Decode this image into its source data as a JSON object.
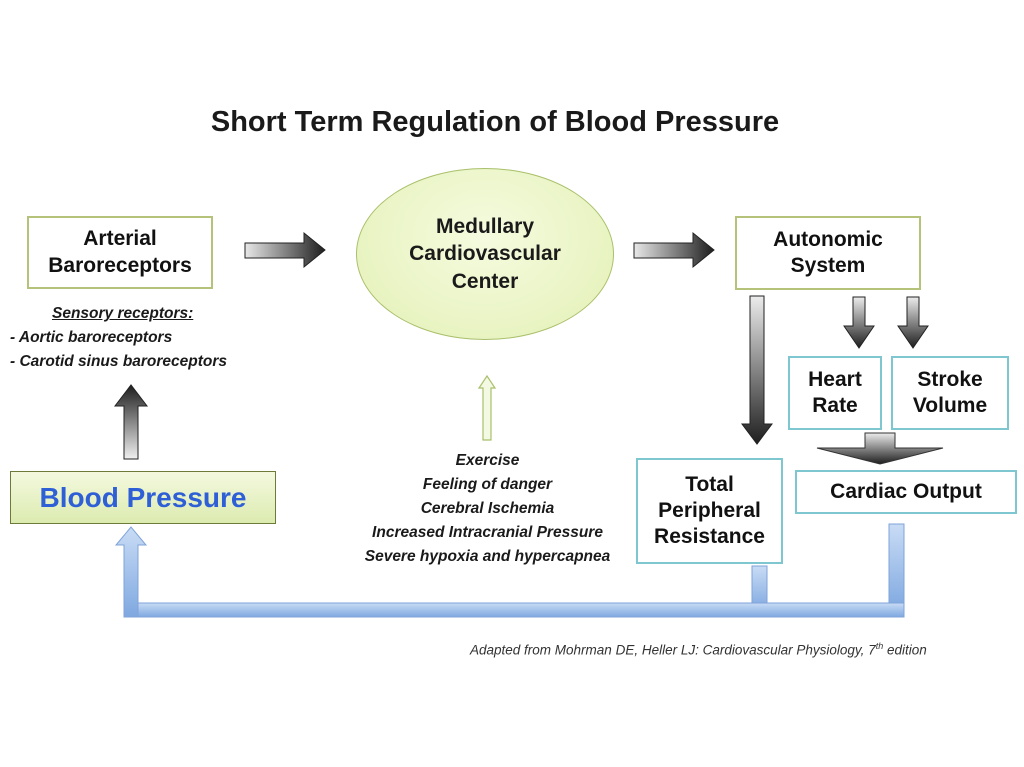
{
  "title": "Short Term Regulation of Blood Pressure",
  "nodes": {
    "arterial_baroreceptors": [
      "Arterial",
      "Baroreceptors"
    ],
    "medullary_center": [
      "Medullary",
      "Cardiovascular",
      "Center"
    ],
    "autonomic_system": [
      "Autonomic",
      "System"
    ],
    "heart_rate": [
      "Heart",
      "Rate"
    ],
    "stroke_volume": [
      "Stroke",
      "Volume"
    ],
    "cardiac_output": "Cardiac Output",
    "total_peripheral_resistance": [
      "Total",
      "Peripheral",
      "Resistance"
    ],
    "blood_pressure": "Blood Pressure"
  },
  "sensory_receptors": {
    "heading": "Sensory receptors:",
    "items": [
      "- Aortic baroreceptors",
      "- Carotid sinus baroreceptors"
    ]
  },
  "medullary_inputs": [
    "Exercise",
    "Feeling of danger",
    "Cerebral Ischemia",
    "Increased Intracranial Pressure",
    "Severe hypoxia and hypercapnea"
  ],
  "citation": {
    "text": "Adapted from Mohrman DE, Heller LJ: Cardiovascular Physiology, 7",
    "superscript": "th",
    "suffix": " edition"
  },
  "colors": {
    "dark_arrow": "#2a2a2a",
    "feedback_arrow": "#8fb3e6",
    "green_border": "#b5c27a",
    "teal_border": "#7ec7d0",
    "blood_pressure_text": "#2f5fd6"
  }
}
